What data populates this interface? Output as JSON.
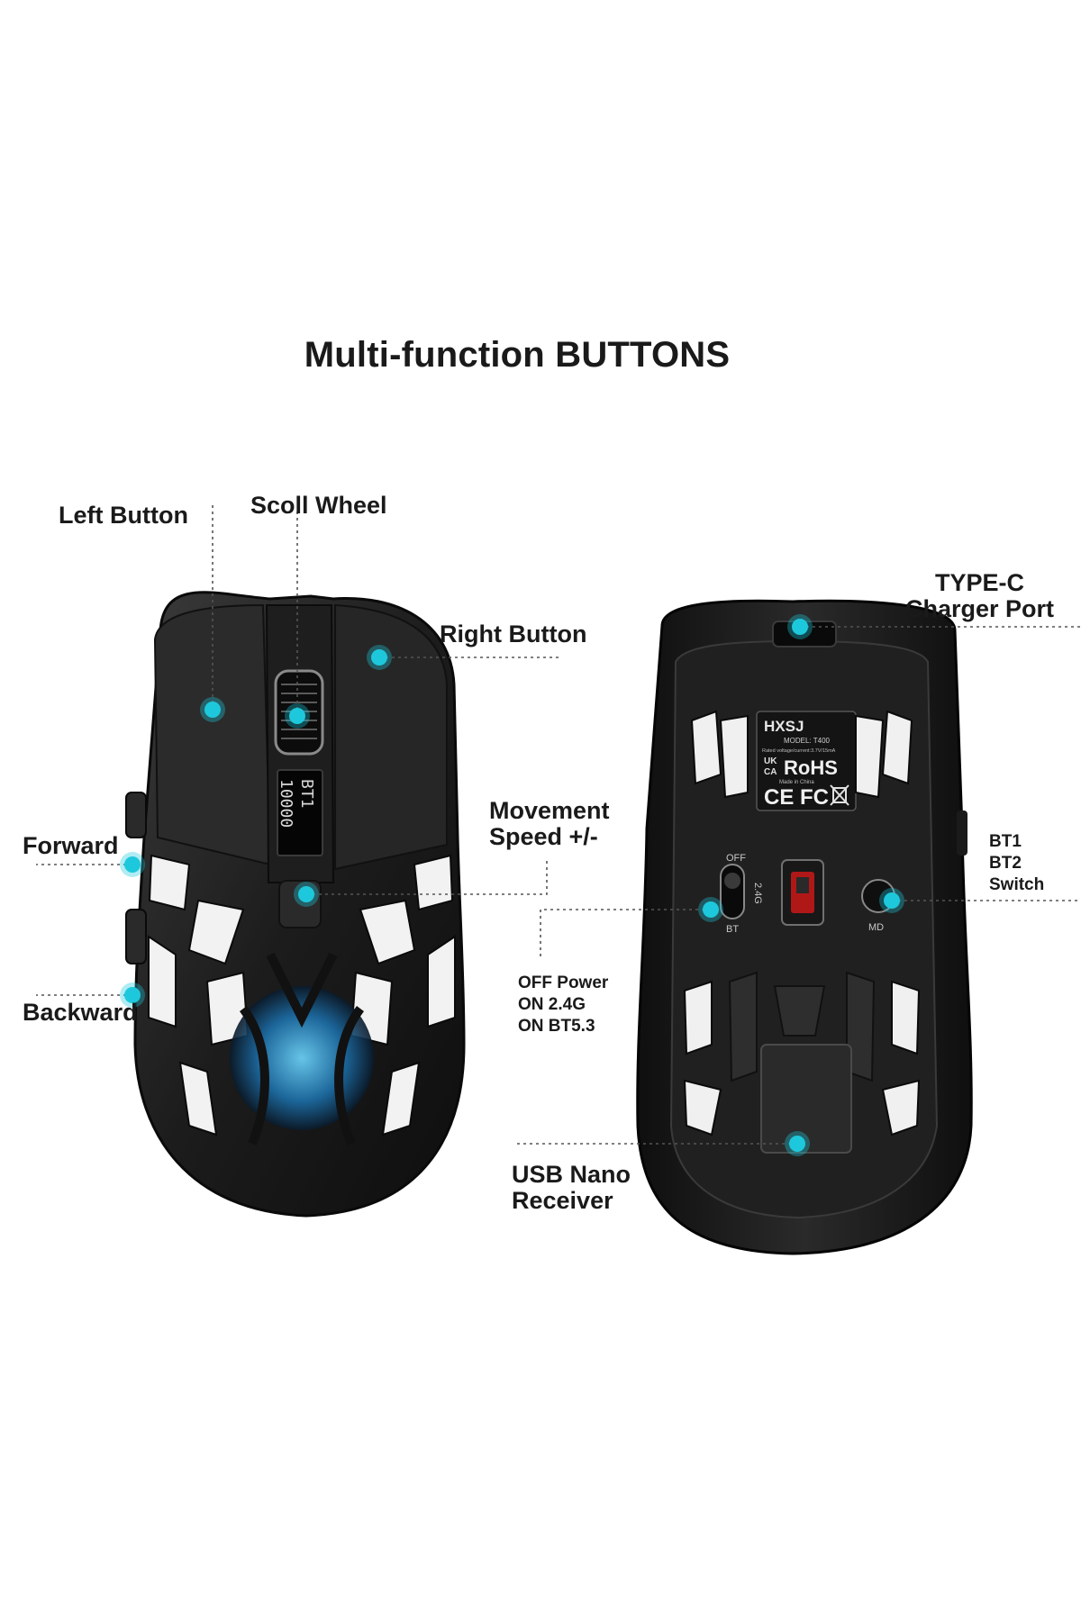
{
  "title": "Multi-function BUTTONS",
  "colors": {
    "dot": "#1ec8dc",
    "body": "#161616",
    "label": "#1a1a1a"
  },
  "labels": {
    "left_button": "Left Button",
    "scroll_wheel": "Scoll Wheel",
    "right_button": "Right Button",
    "forward": "Forward",
    "backward": "Backward",
    "movement_speed": [
      "Movement",
      "Speed +/-"
    ],
    "type_c": [
      "TYPE-C",
      "Charger Port"
    ],
    "bt_switch": [
      "BT1",
      "BT2",
      "Switch"
    ],
    "off_power": [
      "OFF Power",
      "ON 2.4G",
      "ON BT5.3"
    ],
    "usb_receiver": [
      "USB Nano",
      "Receiver"
    ]
  },
  "mouse_top": {
    "display_line1": "BT1",
    "display_line2": "10000"
  },
  "mouse_bottom": {
    "brand": "HXSJ",
    "model": "MODEL: T400",
    "rated": "Rated voltage/current:3.7V/15mA",
    "cert_uk": "UK",
    "cert_ca": "CA",
    "rohs": "RoHS",
    "made_in": "Made in China",
    "ce_fc": "CE FC",
    "switch_off": "OFF",
    "switch_24g": "2.4G",
    "switch_bt": "BT",
    "md": "MD"
  }
}
